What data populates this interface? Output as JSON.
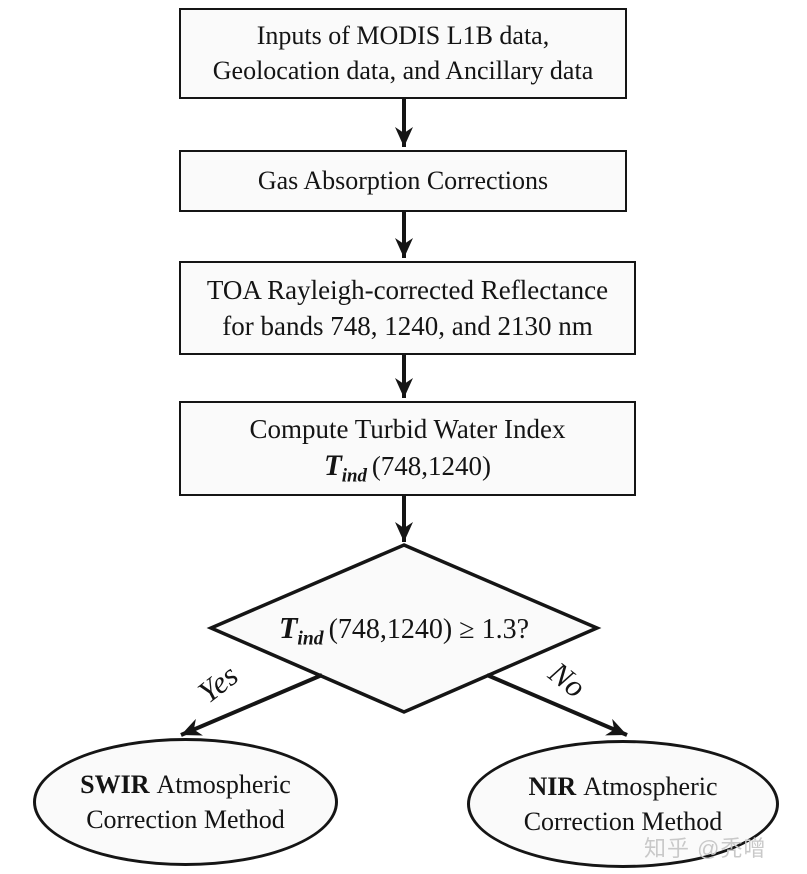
{
  "nodes": {
    "inputs": {
      "line1": "Inputs of MODIS L1B data,",
      "line2": "Geolocation data, and Ancillary data"
    },
    "gas": {
      "label": "Gas Absorption Corrections"
    },
    "toa": {
      "line1": "TOA Rayleigh-corrected Reflectance",
      "line2": "for bands 748, 1240, and 2130 nm"
    },
    "turbid": {
      "line1": "Compute Turbid Water Index",
      "symbol": "T",
      "subscript": "ind",
      "args": "(748,1240)"
    },
    "decision": {
      "symbol": "T",
      "subscript": "ind",
      "condition": "(748,1240) ≥ 1.3?"
    },
    "swir": {
      "acronym": "SWIR",
      "rest": "Atmospheric",
      "line2": "Correction Method"
    },
    "nir": {
      "acronym": "NIR",
      "rest": "Atmospheric",
      "line2": "Correction Method"
    }
  },
  "edges": {
    "yes": "Yes",
    "no": "No"
  },
  "watermark": "知乎 @秃噌",
  "colors": {
    "stroke": "#151515",
    "fill": "#fafafa",
    "background": "#ffffff",
    "watermark": "#c9c9c9"
  }
}
